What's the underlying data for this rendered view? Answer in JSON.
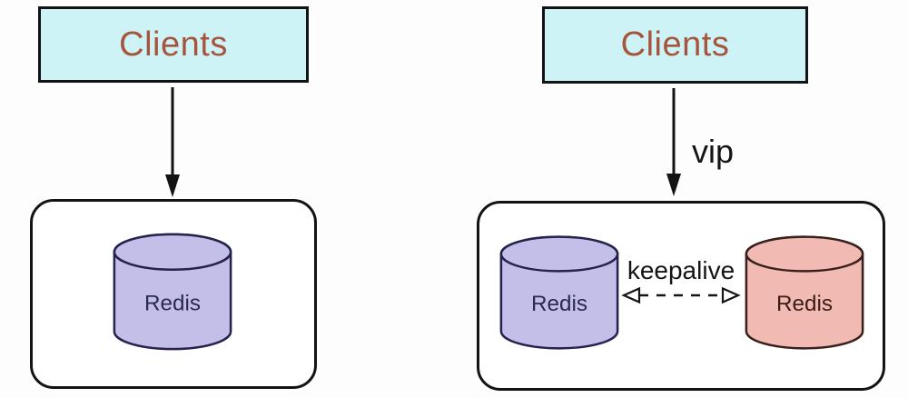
{
  "diagram": {
    "left": {
      "clients_label": "Clients",
      "redis_label": "Redis"
    },
    "right": {
      "clients_label": "Clients",
      "vip_label": "vip",
      "keepalive_label": "keepalive",
      "redis_primary_label": "Redis",
      "redis_backup_label": "Redis"
    }
  },
  "colors": {
    "bg": "#fdfdfd",
    "stroke": "#131313",
    "clients-fill": "#cdf3f6",
    "clients-text": "#a6543c",
    "panel-fill": "#ffffff",
    "cyl-purple": "#c4bfe8",
    "cyl-purple-stroke": "#23234e",
    "cyl-purple-text": "#2a2a55",
    "cyl-pink": "#f1bab2",
    "cyl-pink-stroke": "#39201c",
    "cyl-pink-text": "#3d1c16"
  },
  "icons": {
    "down_arrow_left": "solid-down-arrow",
    "down_arrow_right": "solid-down-arrow",
    "keepalive_arrow": "dashed-double-open-arrow"
  }
}
